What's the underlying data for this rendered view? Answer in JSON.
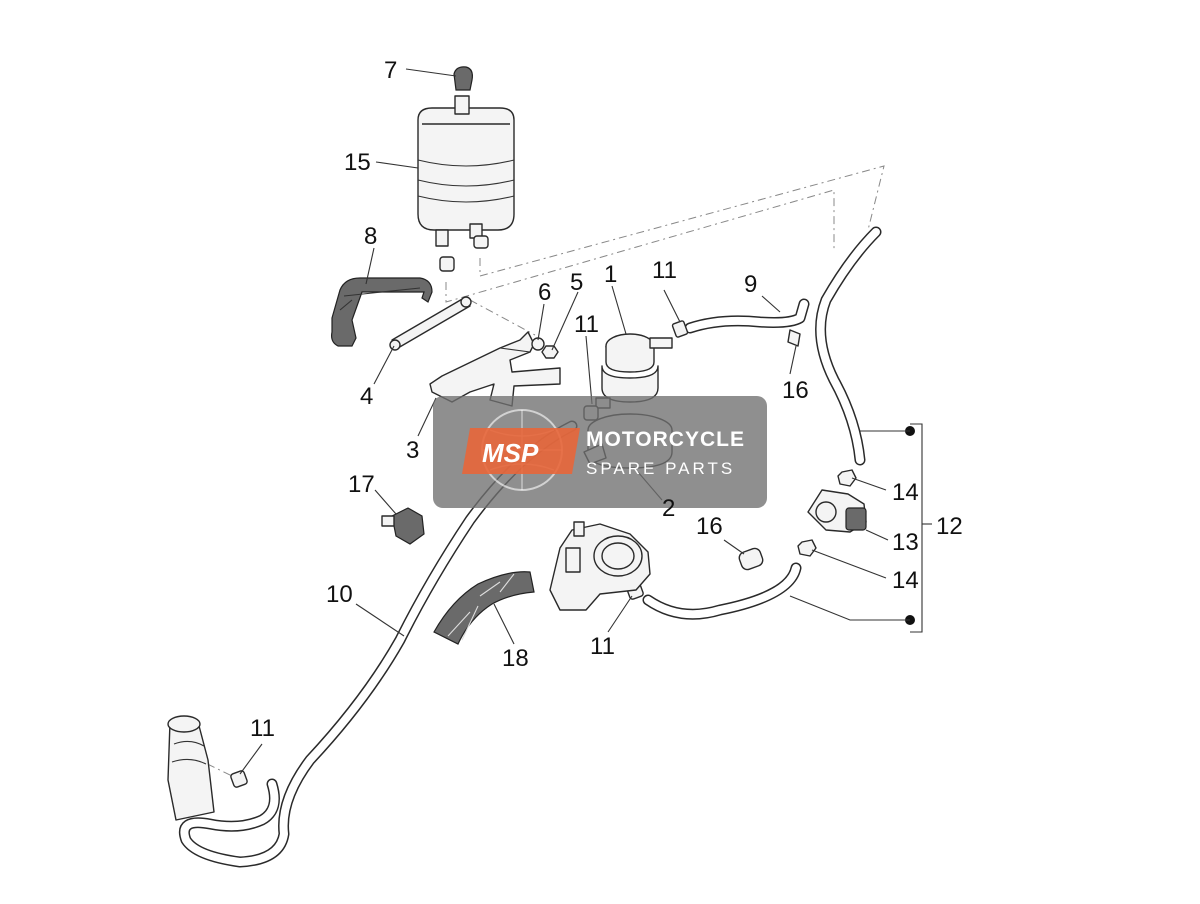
{
  "callouts": {
    "c1": "1",
    "c2": "2",
    "c3": "3",
    "c4": "4",
    "c5": "5",
    "c6": "6",
    "c7": "7",
    "c8": "8",
    "c9": "9",
    "c10": "10",
    "c11a": "11",
    "c11b": "11",
    "c11c": "11",
    "c11d": "11",
    "c12": "12",
    "c13": "13",
    "c14a": "14",
    "c14b": "14",
    "c15": "15",
    "c16a": "16",
    "c16b": "16",
    "c17": "17",
    "c18": "18"
  },
  "watermark": {
    "logo": "MSP",
    "title": "MOTORCYCLE",
    "subtitle": "SPARE PARTS",
    "panel_color": "#6f6f6f",
    "accent_color": "#e8663a"
  }
}
